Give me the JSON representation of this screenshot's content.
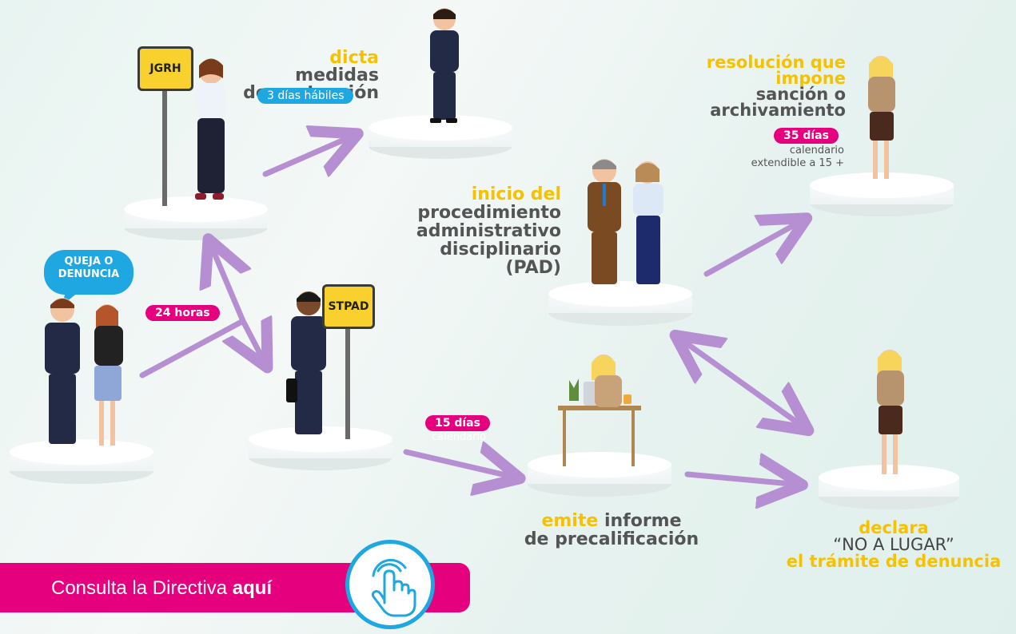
{
  "steps": {
    "jgrh": {
      "sign": "JGRH"
    },
    "stpad": {
      "sign": "STPAD"
    },
    "queja": {
      "bubble_line1": "QUEJA O",
      "bubble_line2": "DENUNCIA"
    },
    "medidas": {
      "highlight": "dicta",
      "rest1": " medidas",
      "line2": "de protección",
      "pill": "3 días hábiles"
    },
    "inicio": {
      "highlight": "inicio del",
      "line2": "procedimiento",
      "line3": "administrativo",
      "line4": "disciplinario",
      "line5": "(PAD)"
    },
    "resolucion": {
      "line1": "resolución que",
      "line2": "impone",
      "line3": "sanción o",
      "line4": "archivamiento",
      "pill": "35 días",
      "note1": "calendario",
      "note2": "extendible a 15 +"
    },
    "informe": {
      "highlight": "emite",
      "rest1": " informe",
      "line2": "de precalificación"
    },
    "declara": {
      "line1": "declara",
      "line2": "“NO A LUGAR”",
      "line3": "el trámite de denuncia"
    }
  },
  "timers": {
    "h24": "24 horas",
    "d15": "15 días",
    "d15_note": "calendario"
  },
  "cta": {
    "label_normal": "Consulta la Directiva ",
    "label_bold": "aquí"
  },
  "colors": {
    "magenta": "#e5007e",
    "yellow": "#f6c200",
    "blue": "#1ea7e1",
    "arrow": "#b58fd1",
    "text": "#545454"
  },
  "icons": [
    "hand-pointer-icon"
  ]
}
